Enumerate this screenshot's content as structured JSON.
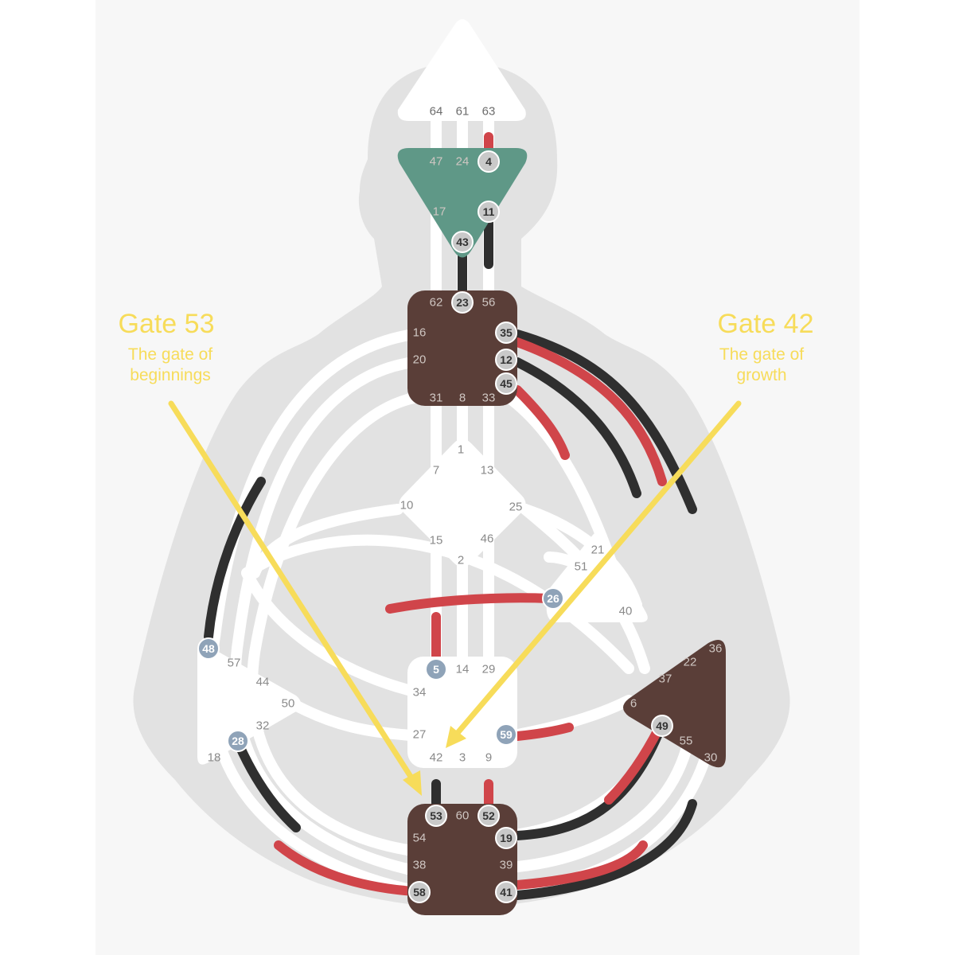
{
  "colors": {
    "panel": "#f7f7f7",
    "silhouette": "#e2e2e2",
    "channel": "#ffffff",
    "defined_red": "#d0454a",
    "defined_black": "#2f2f2f",
    "center_brown": "#5a3e38",
    "center_teal": "#5f9887",
    "callout_yellow": "#f7dc5a",
    "badge_grey": "#c9c9c9",
    "badge_blue": "#8fa3b8"
  },
  "callouts": {
    "left": {
      "title": "Gate 53",
      "line1": "The gate of",
      "line2": "beginnings"
    },
    "right": {
      "title": "Gate 42",
      "line1": "The gate of",
      "line2": "growth"
    }
  },
  "centers": {
    "head": {
      "color": "white",
      "gates": [
        "64",
        "61",
        "63"
      ]
    },
    "ajna": {
      "color": "teal",
      "gates": [
        "47",
        "24",
        "4",
        "17",
        "11",
        "43"
      ]
    },
    "throat": {
      "color": "brown",
      "gates": [
        "62",
        "23",
        "56",
        "16",
        "35",
        "20",
        "12",
        "45",
        "31",
        "8",
        "33"
      ]
    },
    "g": {
      "color": "white",
      "gates": [
        "1",
        "7",
        "13",
        "10",
        "25",
        "15",
        "46",
        "2"
      ]
    },
    "heart": {
      "color": "white",
      "gates": [
        "21",
        "51",
        "26",
        "40"
      ]
    },
    "spleen": {
      "color": "white",
      "gates": [
        "48",
        "57",
        "44",
        "50",
        "32",
        "28",
        "18"
      ]
    },
    "sacral": {
      "color": "white",
      "gates": [
        "5",
        "14",
        "29",
        "34",
        "27",
        "59",
        "42",
        "3",
        "9"
      ]
    },
    "solar_plexus": {
      "color": "brown",
      "gates": [
        "36",
        "22",
        "37",
        "6",
        "49",
        "55",
        "30"
      ]
    },
    "root": {
      "color": "brown",
      "gates": [
        "53",
        "60",
        "52",
        "54",
        "19",
        "38",
        "39",
        "58",
        "41"
      ]
    }
  },
  "badges": {
    "gray": [
      "4",
      "11",
      "43",
      "23",
      "35",
      "12",
      "45",
      "49",
      "53",
      "52",
      "19",
      "58",
      "41"
    ],
    "blue": [
      "26",
      "48",
      "5",
      "59",
      "28"
    ]
  }
}
